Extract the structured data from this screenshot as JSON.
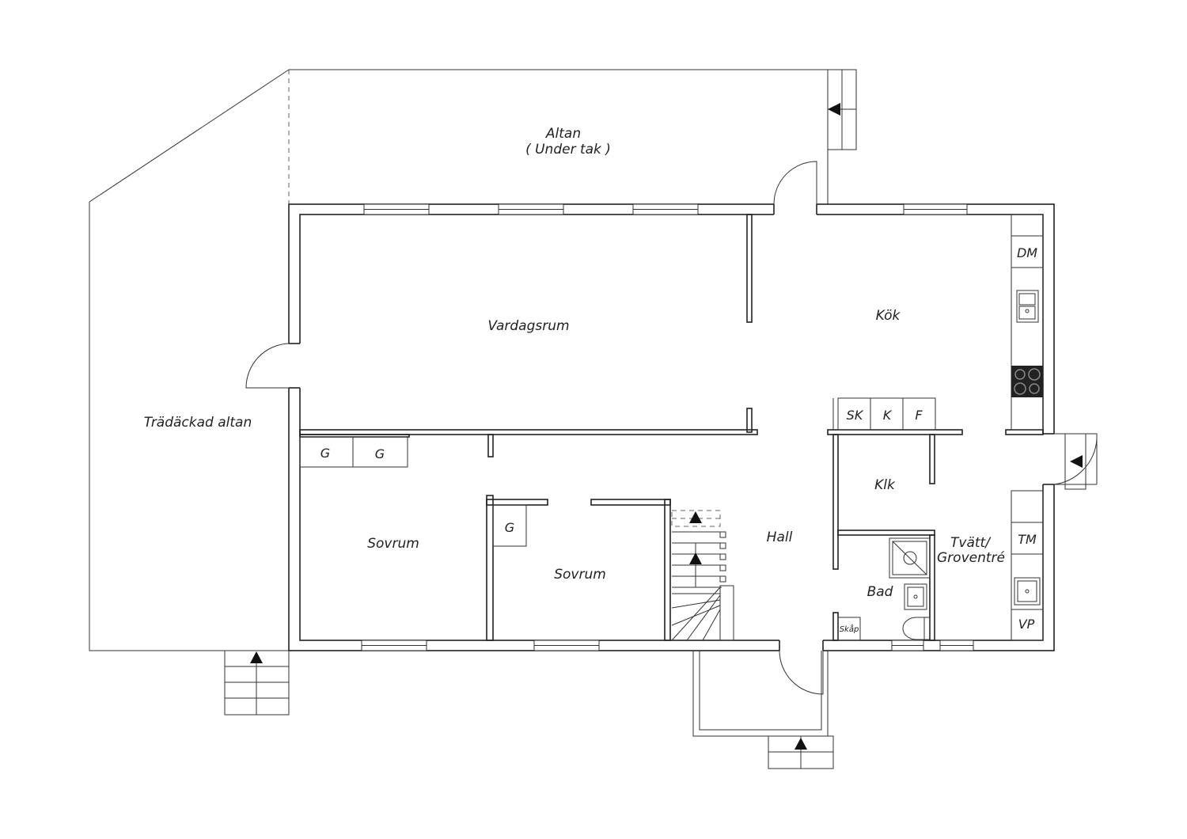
{
  "rooms": {
    "altan_line1": "Altan",
    "altan_line2": "( Under tak )",
    "vardagsrum": "Vardagsrum",
    "kok": "Kök",
    "tradackad_altan": "Trädäckad altan",
    "sovrum_1": "Sovrum",
    "sovrum_2": "Sovrum",
    "hall": "Hall",
    "klk": "Klk",
    "bad": "Bad",
    "tvatt_line1": "Tvätt/",
    "tvatt_line2": "Groventré"
  },
  "fixtures": {
    "dm": "DM",
    "sk": "SK",
    "k": "K",
    "f": "F",
    "g_1": "G",
    "g_2": "G",
    "g_3": "G",
    "tm": "TM",
    "vp": "VP",
    "skap": "Skåp"
  },
  "icons": [
    "stair-arrow-icon",
    "door-arrow-icon",
    "sink-icon",
    "stove-icon",
    "shower-icon",
    "toilet-icon"
  ]
}
